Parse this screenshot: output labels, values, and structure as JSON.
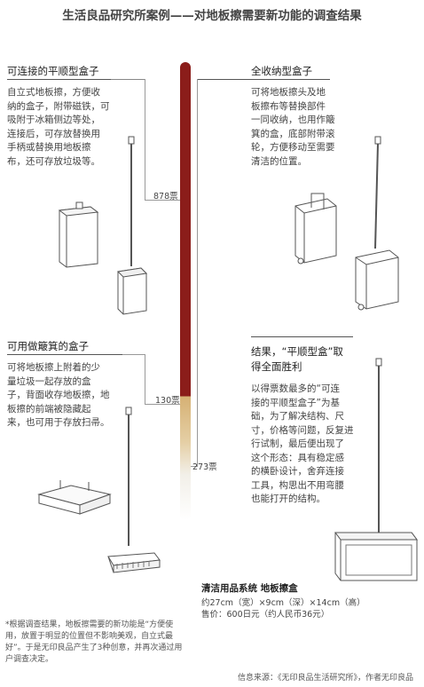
{
  "title": "生活良品研究所案例——对地板擦需要新功能的调查结果",
  "options": {
    "connectable": {
      "heading": "可连接的平顺型盒子",
      "lines": [
        "自立式地板擦，方便收",
        "纳的盒子，附带磁铁，可",
        "吸附于冰箱侧边等处，",
        "连接后，可存放替换用",
        "手柄或替换用地板擦",
        "布，还可存放垃圾等。"
      ],
      "votes": 878,
      "votes_label": "878票"
    },
    "all_storage": {
      "heading": "全收纳型盒子",
      "lines": [
        "可将地板擦头及地",
        "板擦布等替换部件",
        "一同收纳，也用作簸",
        "箕的盒，底部附带滚",
        "轮，方便移动至需要",
        "清洁的位置。"
      ]
    },
    "dustpan": {
      "heading": "可用做簸箕的盒子",
      "lines": [
        "可将地板擦上附着的少",
        "量垃圾一起存放的盒",
        "子，背面收存地板擦，地",
        "板擦的前端被隐藏起",
        "来，也可用于存放扫帚。"
      ],
      "votes": 130,
      "votes_label": "130票"
    },
    "all_storage_votes": {
      "votes": 273,
      "votes_label": "273票"
    }
  },
  "result": {
    "heading_lines": [
      "结果，“平顺型盒”取",
      "得全面胜利"
    ],
    "lines": [
      "以得票数最多的“可连",
      "接的平顺型盒子”为基",
      "础，为了解决结构、尺",
      "寸，价格等问题，反复进",
      "行试制，最后便出现了",
      "这个形态：具有稳定感",
      "的横卧设计，舍弃连接",
      "工具，构思出不用弯腰",
      "也能打开的结构。"
    ]
  },
  "product": {
    "name": "清洁用品系统 地板擦盒",
    "size": "约27cm（宽）×9cm（深）×14cm（高）",
    "price": "售价：600日元（约人民币36元）"
  },
  "footnote": [
    "*根据调查结果，地板擦需要的新功能是“方便使",
    "用，放置于明显的位置但不影响美观，自立式最",
    "好”。于是无印良品产生了3种创意，并再次通过用",
    "户调查决定。"
  ],
  "source": "信息来源：《无印良品生活研究所》，作者无印良品",
  "colors": {
    "bar_top": "#8b1d1a",
    "bar_mid": "#d9b77c",
    "bar_low": "#f2f0ea"
  }
}
